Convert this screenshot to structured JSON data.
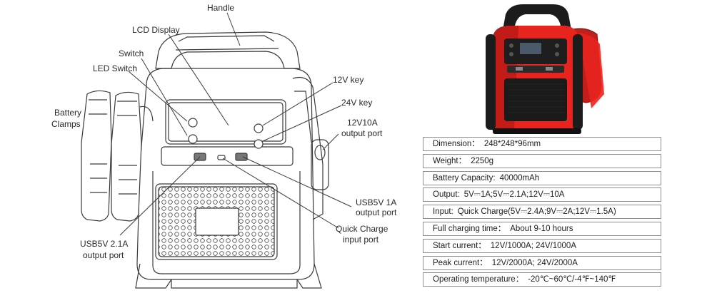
{
  "diagram": {
    "labels": {
      "handle": "Handle",
      "lcd_display": "LCD Display",
      "switch": "Switch",
      "led_switch": "LED Switch",
      "battery_clamps_line1": "Battery",
      "battery_clamps_line2": "Clamps",
      "key_12v": "12V key",
      "key_24v": "24V key",
      "output_12v10a_line1": "12V10A",
      "output_12v10a_line2": "output port",
      "usb5v1a_line1": "USB5V 1A",
      "usb5v1a_line2": "output port",
      "quick_charge_line1": "Quick Charge",
      "quick_charge_line2": "input port",
      "usb5v21a_line1": "USB5V 2.1A",
      "usb5v21a_line2": "output port"
    }
  },
  "specs": [
    {
      "label": "Dimension：",
      "value": "248*248*96mm"
    },
    {
      "label": "Weight：",
      "value": "2250g"
    },
    {
      "label": "Battery Capacity:",
      "value": "40000mAh"
    },
    {
      "label": "Output:",
      "value": "5V⎓1A;5V⎓2.1A;12V⎓10A"
    },
    {
      "label": "Input:",
      "value": "Quick Charge(5V⎓2.4A;9V⎓2A;12V⎓1.5A)"
    },
    {
      "label": "Full charging time：",
      "value": "About 9-10 hours"
    },
    {
      "label": "Start current：",
      "value": "12V/1000A; 24V/1000A"
    },
    {
      "label": "Peak current：",
      "value": "12V/2000A; 24V/2000A"
    },
    {
      "label": "Operating temperature：",
      "value": "-20℃~60℃/-4℉~140℉"
    }
  ],
  "colors": {
    "device_red": "#e8241f",
    "device_black": "#1c1c1c",
    "line_art": "#3a3a3a"
  }
}
